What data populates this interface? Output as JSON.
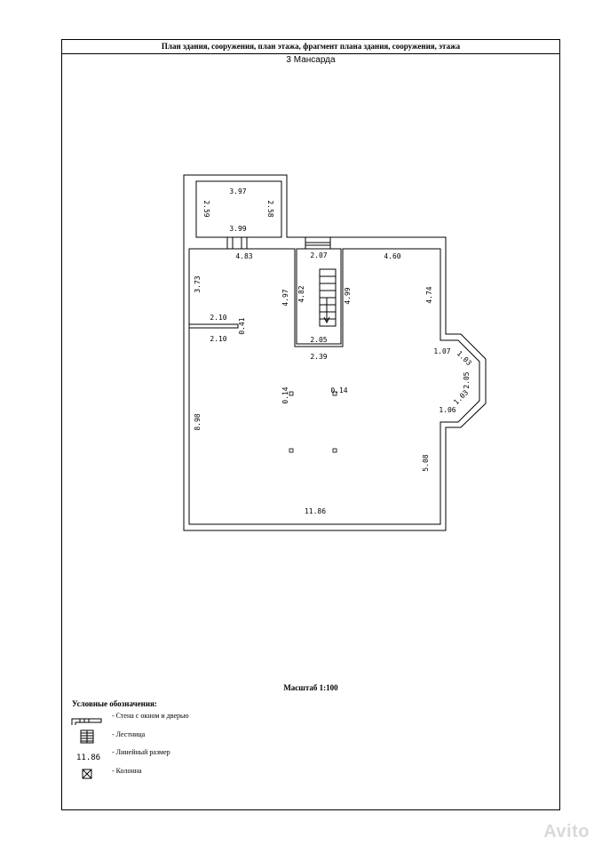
{
  "header": {
    "title": "План здания, сооружения, план этажа, фрагмент плана здания, сооружения, этажа",
    "floor": "3 Мансарда"
  },
  "plan": {
    "dimensions": [
      "3.97",
      "2.59",
      "2.58",
      "3.99",
      "4.83",
      "3.73",
      "4.97",
      "2.10",
      "0.41",
      "2.10",
      "2.07",
      "4.82",
      "4.99",
      "2.05",
      "2.39",
      "4.60",
      "4.74",
      "1.07",
      "1.03",
      "2.05",
      "1.03",
      "1.06",
      "0.14",
      "0.14",
      "8.98",
      "5.08",
      "11.86"
    ]
  },
  "footer": {
    "scale": "Масштаб 1:100",
    "legend_title": "Условные обозначения:",
    "legend": {
      "wall_window_door": "- Стена с окном и дверью",
      "stairs": "- Лестница",
      "linear_dim": "- Линейный размер",
      "linear_dim_sample": "11.86",
      "column": "- Колонна"
    }
  },
  "watermark": "Avito"
}
